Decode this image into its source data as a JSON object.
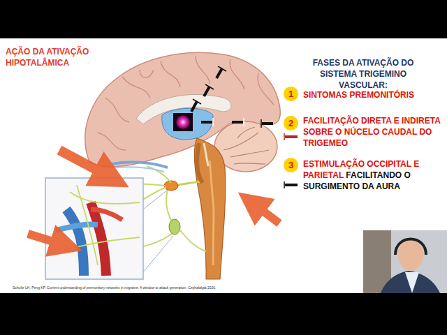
{
  "diagram": {
    "title": "FASES DA ATIVAÇÃO DO SISTEMA TRIGEMINO VASCULAR:",
    "caption": "Schulte LH, Peng KP. Current understanding of premonitory networks in migraine: A window to attack generation. Cephalalgia 2020.",
    "nodes": [
      {
        "text": [
          "1"
        ]
      },
      {
        "text": [
          "2"
        ]
      },
      {
        "text": [
          "3"
        ]
      }
    ],
    "labels": [
      "AÇÃO DA ATIVAÇÃO HIPOTALÂMICA",
      "SINTOMAS PREMONITÓRIS",
      "FACILITAÇÃO DIRETA E INDIRETA SOBRE O NÚCELO CAUDAL DO TRIGEMEO",
      "ESTIMULAÇÃO OCCIPITAL E PARIETAL",
      "FACILITANDO O SURGIMENTO DA AURA"
    ]
  }
}
